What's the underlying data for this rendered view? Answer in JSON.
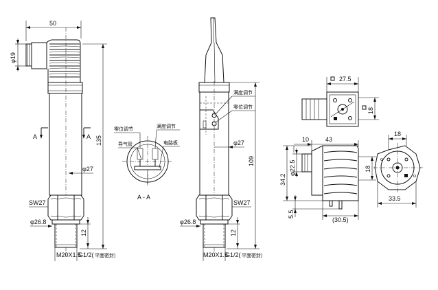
{
  "front_view": {
    "width_dim": "50",
    "connector_dia": "φ19",
    "section_marker": "A",
    "body_dia": "φ27",
    "height_dim": "135",
    "hex_label": "SW27",
    "shoulder_dia": "φ26.8",
    "thread_len": "12",
    "thread_spec": "M20X1.5",
    "pipe_thread": "G1/2(",
    "pipe_thread_note": "平面密封)"
  },
  "section_view": {
    "label_zero": "零位调节",
    "label_span": "满度调节",
    "label_vent": "导气管",
    "label_board": "电路板",
    "section_title": "A - A"
  },
  "side_view": {
    "label_span": "满度调节",
    "label_zero": "零位调节",
    "body_dia": "φ27",
    "height_dim": "109",
    "hex_label": "SW27",
    "shoulder_dia": "φ26.8",
    "thread_len": "12",
    "thread_spec": "M20X1.5",
    "pipe_thread": "G1/2(",
    "pipe_thread_note": "平面密封)"
  },
  "connector_top": {
    "width_dim": "27.5",
    "height_dim": "18"
  },
  "connector_side": {
    "dim_left": "10",
    "dim_overall": "43",
    "dia_dim": "φ22.5",
    "height_dim": "34.2",
    "dim_bottom": "5.5",
    "dim_base": "(30.5)",
    "dim_right": "18"
  },
  "connector_face": {
    "dim_top": "18",
    "dim_bottom": "33.5"
  }
}
